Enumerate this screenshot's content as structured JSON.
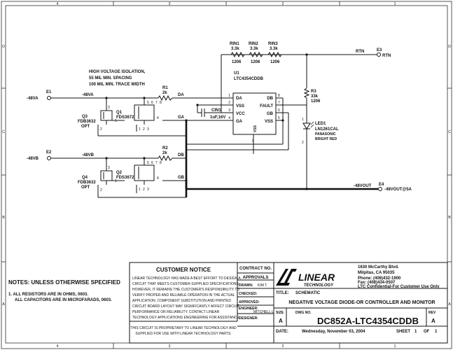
{
  "border": {
    "zone_letters": [
      "D",
      "C",
      "B",
      "A"
    ],
    "zone_numbers": [
      "4",
      "3",
      "2",
      "1"
    ]
  },
  "isolation_note": {
    "line1": "HIGH VOLTAGE ISOLATION,",
    "line2": "55 MIL MIN. SPACING",
    "line3": "100 MIL MIN. TRACE WIDTH"
  },
  "nets": {
    "vina": "-48VA",
    "vinb": "-48VB",
    "da": "DA",
    "ga": "GA",
    "db": "DB",
    "gb": "GB",
    "rtn": "RTN",
    "vout": "-48VOUT"
  },
  "connectors": {
    "e1": {
      "ref": "E1",
      "label": "-48VA"
    },
    "e2": {
      "ref": "E2",
      "label": "-48VB"
    },
    "e3": {
      "ref": "E3",
      "label": "RTN"
    },
    "e4": {
      "ref": "E4",
      "label": "-48VOUT@5A"
    }
  },
  "resistors": {
    "r1": {
      "ref": "R1",
      "value": "2k"
    },
    "r2": {
      "ref": "R2",
      "value": "2k"
    },
    "r3": {
      "ref": "R3",
      "value": "33k",
      "size": "1206"
    },
    "rin1": {
      "ref": "RIN1",
      "value": "3.3k",
      "size": "1206"
    },
    "rin2": {
      "ref": "RIN2",
      "value": "3.3k",
      "size": "1206"
    },
    "rin3": {
      "ref": "RIN3",
      "value": "3.3k",
      "size": "1206"
    }
  },
  "capacitor": {
    "ref": "CIN1",
    "value": "1uF,16V"
  },
  "led": {
    "ref": "LED1",
    "part": "LN1261CAL",
    "maker": "PANASONIC",
    "color": "BRIGHT RED"
  },
  "transistors": {
    "q1": {
      "ref": "Q1",
      "part": "FDS3672"
    },
    "q2": {
      "ref": "Q2",
      "part": "FDS3672"
    },
    "q3": {
      "ref": "Q3",
      "part": "FDB3632",
      "opt": "OPT"
    },
    "q4": {
      "ref": "Q4",
      "part": "FDB3632",
      "opt": "OPT"
    }
  },
  "ic": {
    "ref": "U1",
    "part": "LTC4354CDDB",
    "pins_left": [
      "DA",
      "VSS",
      "VCC",
      "GA"
    ],
    "pins_left_num": [
      "1",
      "2",
      "3",
      "4"
    ],
    "pins_right": [
      "DB",
      "FAULT",
      "GB",
      "VSS"
    ],
    "pins_right_num": [
      "8",
      "7",
      "6",
      "5"
    ],
    "bottom_pin": "VSS",
    "bottom_pin_num": "9"
  },
  "pin_numbers": {
    "one": "1",
    "two": "2",
    "three": "3",
    "four": "4",
    "five": "5",
    "six": "6",
    "seven": "7",
    "eight": "8"
  },
  "notes": {
    "title": "NOTES:  UNLESS OTHERWISE SPECIFIED",
    "item1": "1.  ALL RESISTORS ARE IN OHMS, 0603.",
    "item1b": "ALL CAPACITORS ARE IN MICROFARADS, 0603."
  },
  "customer_notice": {
    "title": "CUSTOMER NOTICE",
    "lines": [
      "LINEAR TECHNOLOGY HAS MADE A BEST EFFORT TO DESIGN A",
      "CIRCUIT THAT MEETS CUSTOMER-SUPPLIED SPECIFICATIONS;",
      "HOWEVER, IT REMAINS THE CUSTOMER'S RESPONSIBILITY TO",
      "VERIFY PROPER AND RELIABLE OPERATION IN THE ACTUAL",
      "APPLICATION. COMPONENT SUBSTITUTION AND PRINTED",
      "CIRCUIT BOARD LAYOUT MAY SIGNIFICANTLY AFFECT CIRCUIT",
      "PERFORMANCE OR RELIABILITY.  CONTACT LINEAR",
      "TECHNOLOGY APPLICATIONS ENGINEERING FOR ASSISTANCE."
    ],
    "proprietary1": "THIS CIRCUIT IS PROPRIETARY TO LINEAR TECHNOLOGY AND",
    "proprietary2": "SUPPLIED FOR USE WITH LINEAR TECHNOLOGY PARTS."
  },
  "approvals": {
    "contract": "CONTRACT NO.",
    "header": "APPROVALS",
    "drawn_label": "DRAWN:",
    "drawn_value": "KIM T.",
    "checked_label": "CHECKED:",
    "approved_label": "APPROVED:",
    "engineer_label": "ENGINEER:",
    "engineer_value": "MITCHELL L.",
    "designer_label": "DESIGNER:"
  },
  "company": {
    "logo_text": "LINEAR",
    "logo_sub": "TECHNOLOGY",
    "address1": "1630 McCarthy Blvd.",
    "address2": "Milpitas, CA 95035",
    "phone": "Phone: (408)432-1900",
    "fax": "Fax: (408)434-0507",
    "confidential": "LTC Confidential-For Customer Use Only"
  },
  "title_block": {
    "title_label": "TITLE:",
    "title_value": "SCHEMATIC",
    "description": "NEGATIVE VOLTAGE DIODE-OR CONTROLLER AND MONITOR",
    "size_label": "SIZE",
    "size_value": "A",
    "dwg_label": "DWG NO.",
    "dwg_value": "DC852A-LTC4354CDDB",
    "rev_label": "REV",
    "rev_value": "A",
    "date_label": "DATE:",
    "date_value": "Wednesday, November 03, 2004",
    "sheet_label": "SHEET",
    "sheet_value": "1",
    "of_label": "OF",
    "of_value": "1"
  }
}
